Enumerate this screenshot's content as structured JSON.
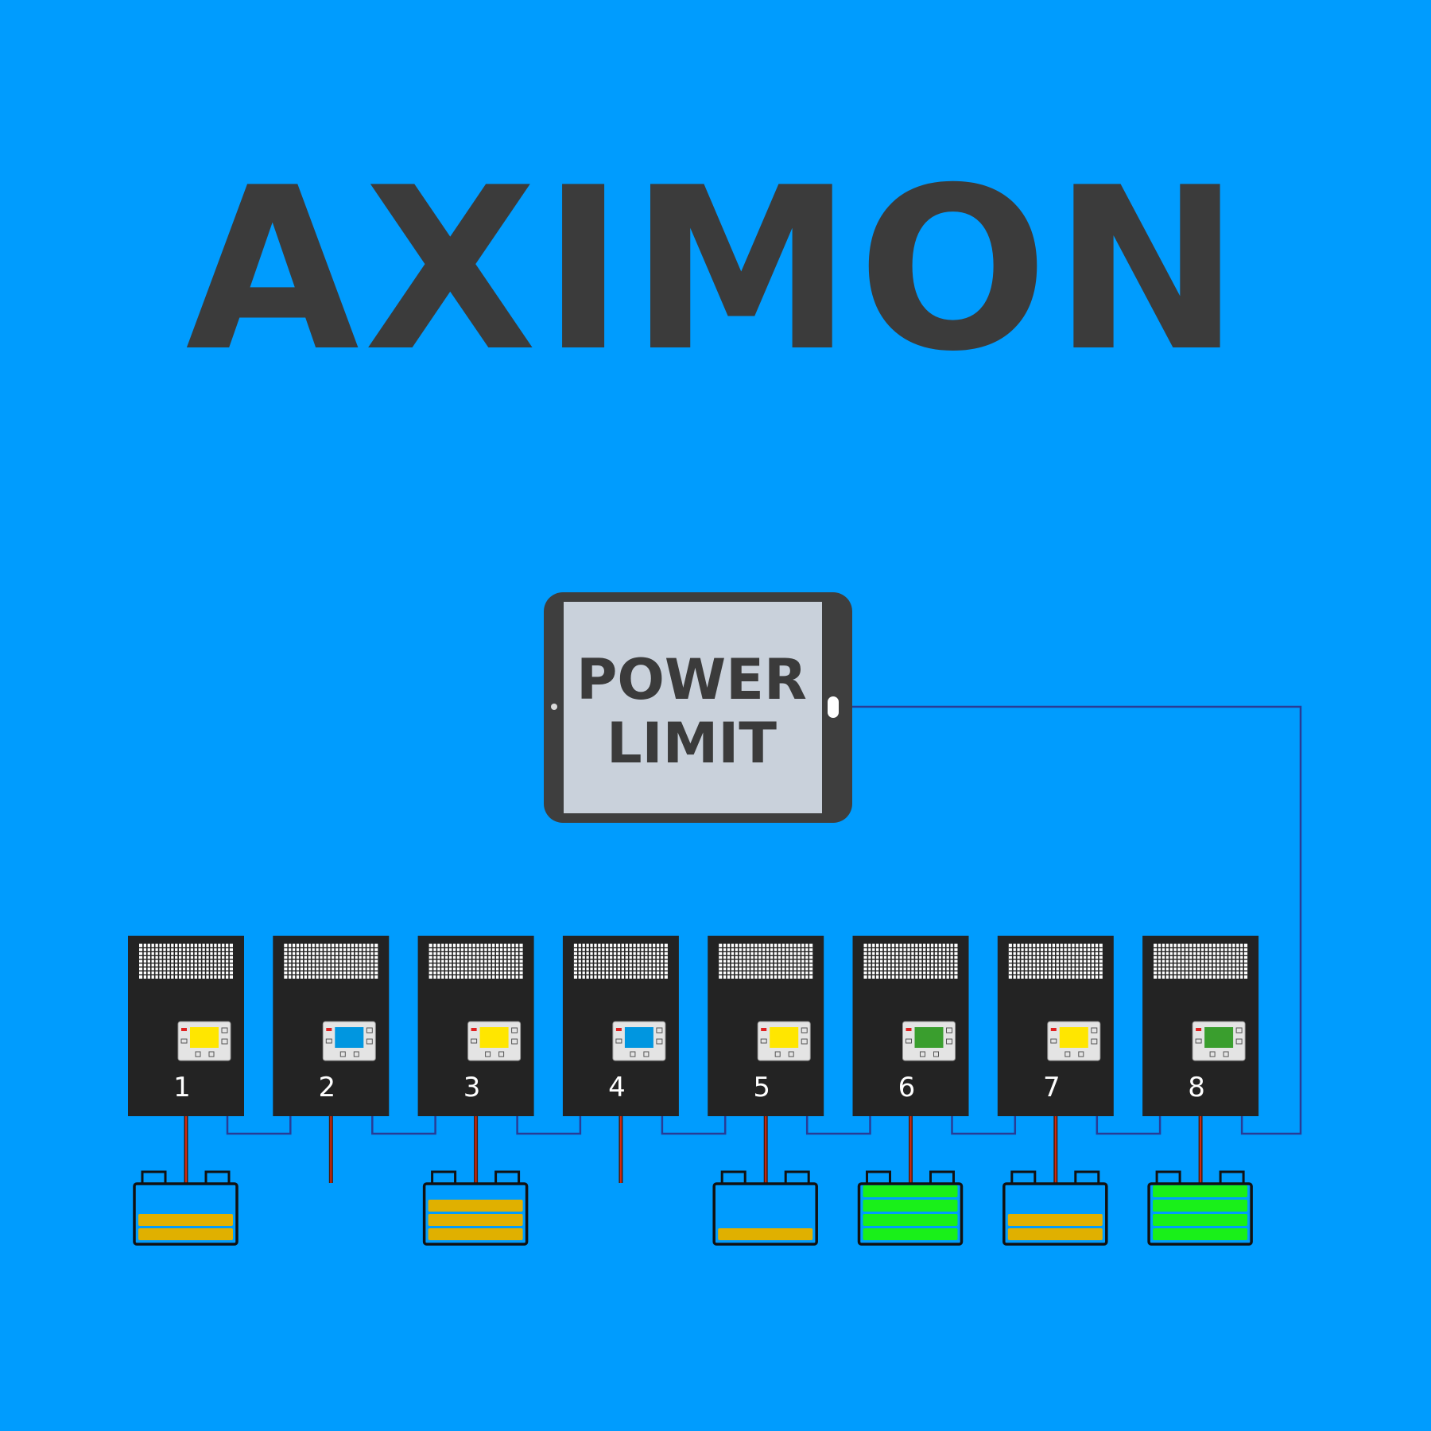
{
  "title": "AXIMON",
  "controller": {
    "line1": "POWER",
    "line2": "LIMIT"
  },
  "colors": {
    "background": "#009cfe",
    "text": "#3b3b3b",
    "screen_yellow": "#ffe600",
    "screen_blue": "#0096e0",
    "screen_green": "#3a9e2e",
    "charge_amber": "#e0b000",
    "charge_green": "#19f019",
    "data_cable": "#283c96"
  },
  "units": [
    {
      "number": "1",
      "screen": "yellow",
      "battery": {
        "level": 2,
        "of": 4,
        "color": "amber"
      }
    },
    {
      "number": "2",
      "screen": "blue",
      "battery": null
    },
    {
      "number": "3",
      "screen": "yellow",
      "battery": {
        "level": 3,
        "of": 4,
        "color": "amber"
      }
    },
    {
      "number": "4",
      "screen": "blue",
      "battery": null
    },
    {
      "number": "5",
      "screen": "yellow",
      "battery": {
        "level": 1,
        "of": 4,
        "color": "amber"
      }
    },
    {
      "number": "6",
      "screen": "green",
      "battery": {
        "level": 4,
        "of": 4,
        "color": "green"
      }
    },
    {
      "number": "7",
      "screen": "yellow",
      "battery": {
        "level": 2,
        "of": 4,
        "color": "amber"
      }
    },
    {
      "number": "8",
      "screen": "green",
      "battery": {
        "level": 4,
        "of": 4,
        "color": "green"
      }
    }
  ]
}
